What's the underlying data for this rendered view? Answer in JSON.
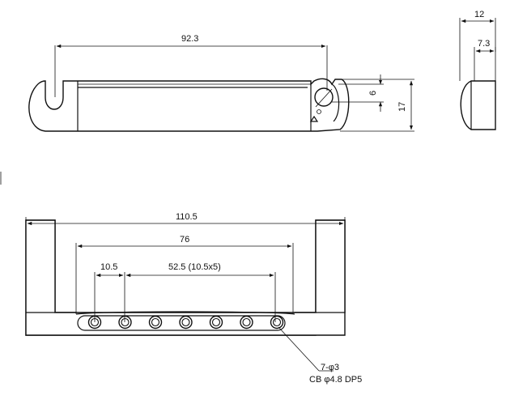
{
  "dimensions": {
    "top_length": "92.3",
    "slot_height": "6",
    "overall_height": "17",
    "side_width": "12",
    "side_inner": "7.3",
    "total_length": "110.5",
    "hole_span": "76",
    "first_pitch": "10.5",
    "pitch_span": "52.5 (10.5x5)"
  },
  "hole_note": {
    "line1": "7-φ3",
    "line2": "CB φ4.8 DP5"
  },
  "hole_count": 7
}
